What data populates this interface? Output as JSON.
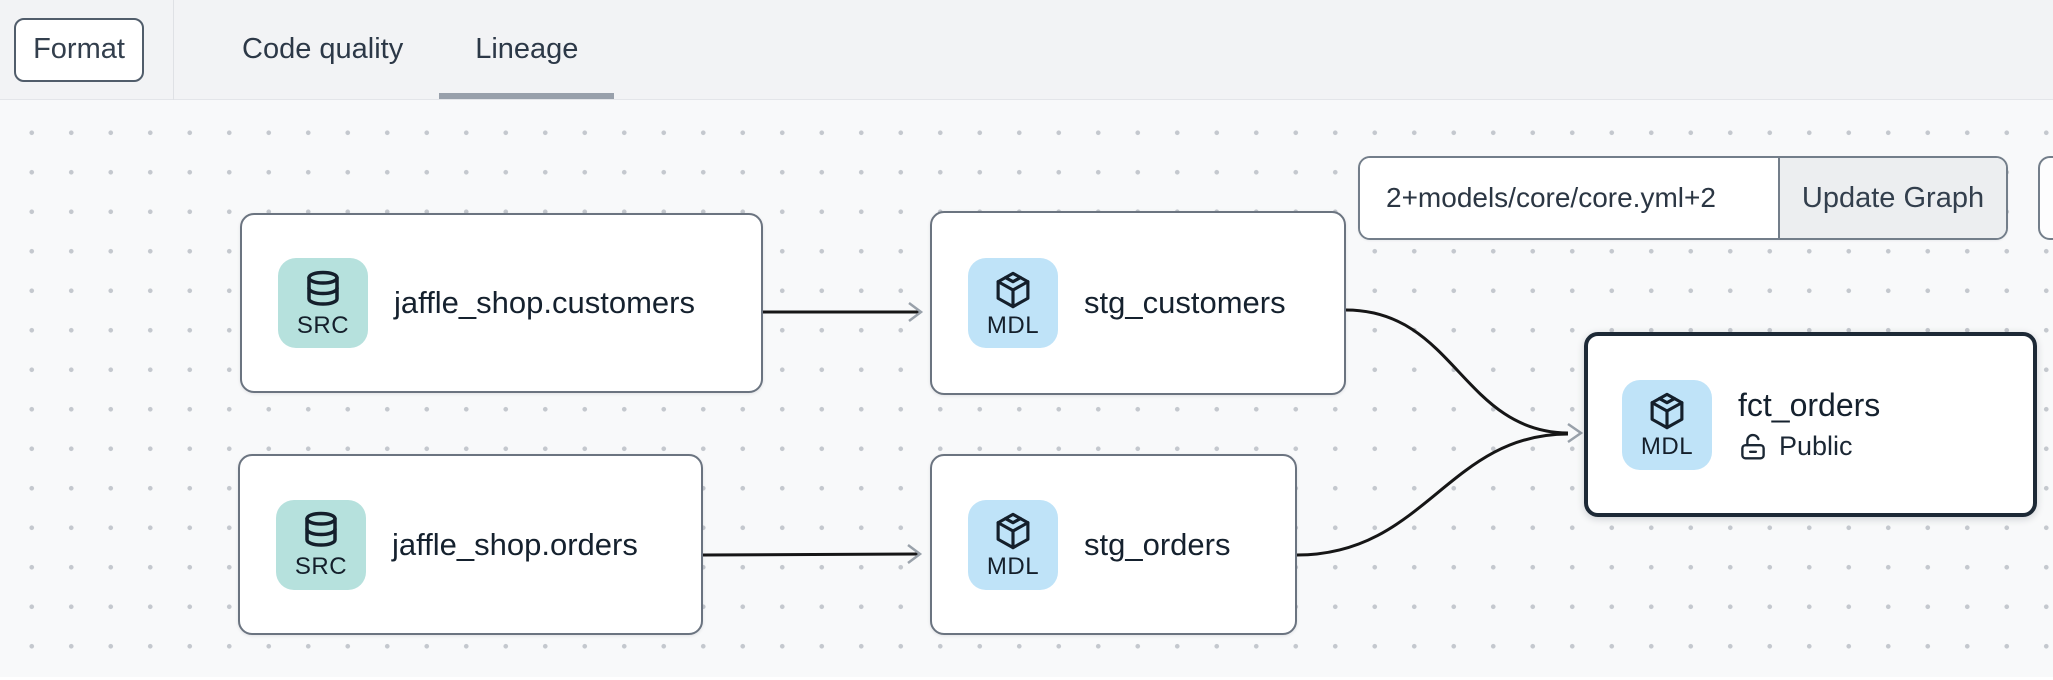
{
  "toolbar": {
    "format_label": "Format",
    "tabs": [
      {
        "label": "Code quality",
        "active": false
      },
      {
        "label": "Lineage",
        "active": true
      }
    ]
  },
  "lineage": {
    "selector": {
      "value": "2+models/core/core.yml+2",
      "update_button_label": "Update Graph"
    },
    "nodes": [
      {
        "id": "jaffle_shop.customers",
        "label": "jaffle_shop.customers",
        "type": "SRC",
        "icon": "database-icon",
        "selected": false
      },
      {
        "id": "stg_customers",
        "label": "stg_customers",
        "type": "MDL",
        "icon": "cube-icon",
        "selected": false
      },
      {
        "id": "jaffle_shop.orders",
        "label": "jaffle_shop.orders",
        "type": "SRC",
        "icon": "database-icon",
        "selected": false
      },
      {
        "id": "stg_orders",
        "label": "stg_orders",
        "type": "MDL",
        "icon": "cube-icon",
        "selected": false
      },
      {
        "id": "fct_orders",
        "label": "fct_orders",
        "type": "MDL",
        "icon": "cube-icon",
        "access": "Public",
        "access_icon": "unlock-icon",
        "selected": true
      }
    ],
    "edges": [
      {
        "source": "jaffle_shop.customers",
        "target": "stg_customers"
      },
      {
        "source": "jaffle_shop.orders",
        "target": "stg_orders"
      },
      {
        "source": "stg_customers",
        "target": "fct_orders"
      },
      {
        "source": "stg_orders",
        "target": "fct_orders"
      }
    ]
  },
  "colors": {
    "source_badge": "#b6e1dd",
    "model_badge": "#bfe3f8",
    "node_border": "#6b7480",
    "selected_node_border": "#1d2936",
    "edge": "#161616",
    "arrowhead": "#99a1aa",
    "active_tab_underline": "#98a0ab",
    "text": "#15212e"
  }
}
